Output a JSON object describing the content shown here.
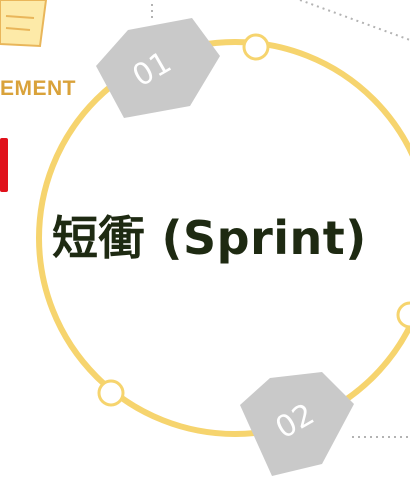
{
  "diagram": {
    "center_title": "短衝 (Sprint)",
    "badges": [
      {
        "label": "01"
      },
      {
        "label": "02"
      }
    ],
    "partial_label": "EMENT"
  },
  "colors": {
    "ring": "#f6d46e",
    "badge": "#c9c9c9",
    "title": "#1e2a12",
    "note_paper": "#fdeaa8",
    "note_text": "#d9a23a",
    "red_tab": "#e0111b",
    "connector": "#b3b3b3"
  },
  "icons": {
    "top_left": "notepad-icon"
  }
}
